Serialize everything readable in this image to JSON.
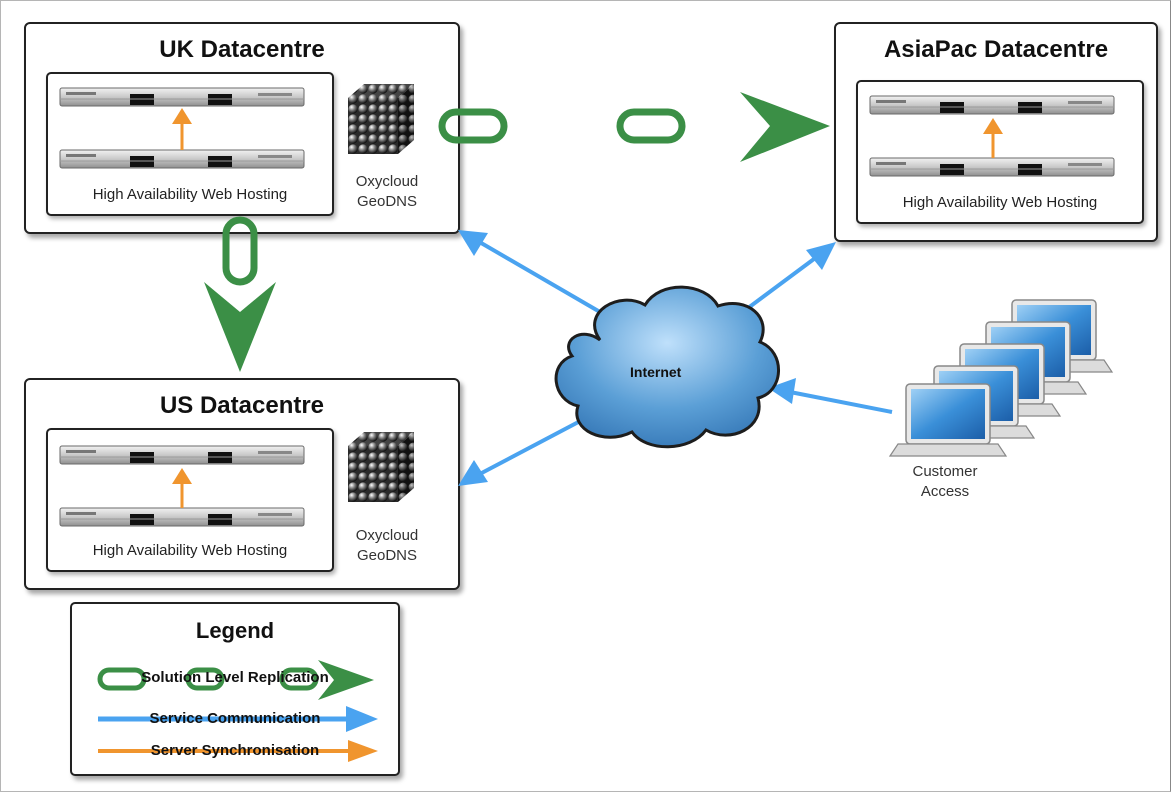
{
  "datacentres": {
    "uk": {
      "title": "UK Datacentre",
      "hosting": "High Availability Web Hosting",
      "dns_line1": "Oxycloud",
      "dns_line2": "GeoDNS"
    },
    "us": {
      "title": "US Datacentre",
      "hosting": "High Availability Web Hosting",
      "dns_line1": "Oxycloud",
      "dns_line2": "GeoDNS"
    },
    "asiapac": {
      "title": "AsiaPac Datacentre",
      "hosting": "High Availability Web Hosting"
    }
  },
  "internet": {
    "label": "Internet"
  },
  "customer": {
    "line1": "Customer",
    "line2": "Access"
  },
  "legend": {
    "title": "Legend",
    "items": [
      {
        "label": "Solution Level Replication",
        "color": "#3b8f46"
      },
      {
        "label": "Service Communication",
        "color": "#4aa3f0"
      },
      {
        "label": "Server Synchronisation",
        "color": "#f0952e"
      }
    ]
  },
  "colors": {
    "replication": "#3b8f46",
    "service": "#4aa3f0",
    "sync": "#f0952e",
    "cloud": "#5b9fd6"
  }
}
